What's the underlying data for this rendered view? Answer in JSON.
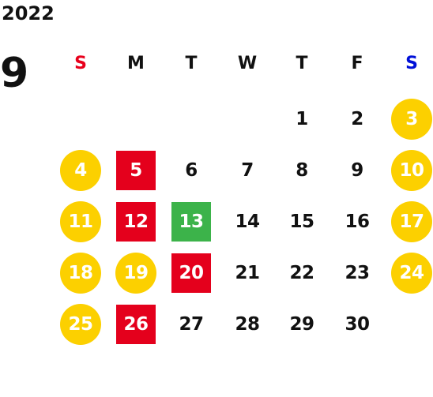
{
  "calendar": {
    "year": "2022",
    "month": "9",
    "weekdays": [
      {
        "label": "S",
        "color": "#e8001c"
      },
      {
        "label": "M",
        "color": "#111111"
      },
      {
        "label": "T",
        "color": "#111111"
      },
      {
        "label": "W",
        "color": "#111111"
      },
      {
        "label": "T",
        "color": "#111111"
      },
      {
        "label": "F",
        "color": "#111111"
      },
      {
        "label": "S",
        "color": "#0010d8"
      }
    ],
    "colors": {
      "weekend_circle": "#fcd000",
      "red_square": "#e4001c",
      "green_square": "#3cb34a",
      "plain_text": "#111111"
    },
    "days": [
      {
        "day": "1",
        "style": "plain"
      },
      {
        "day": "2",
        "style": "plain"
      },
      {
        "day": "3",
        "style": "yellow-circle"
      },
      {
        "day": "4",
        "style": "yellow-circle"
      },
      {
        "day": "5",
        "style": "red-square"
      },
      {
        "day": "6",
        "style": "plain"
      },
      {
        "day": "7",
        "style": "plain"
      },
      {
        "day": "8",
        "style": "plain"
      },
      {
        "day": "9",
        "style": "plain"
      },
      {
        "day": "10",
        "style": "yellow-circle"
      },
      {
        "day": "11",
        "style": "yellow-circle"
      },
      {
        "day": "12",
        "style": "red-square"
      },
      {
        "day": "13",
        "style": "green-square"
      },
      {
        "day": "14",
        "style": "plain"
      },
      {
        "day": "15",
        "style": "plain"
      },
      {
        "day": "16",
        "style": "plain"
      },
      {
        "day": "17",
        "style": "yellow-circle"
      },
      {
        "day": "18",
        "style": "yellow-circle"
      },
      {
        "day": "19",
        "style": "yellow-circle"
      },
      {
        "day": "20",
        "style": "red-square"
      },
      {
        "day": "21",
        "style": "plain"
      },
      {
        "day": "22",
        "style": "plain"
      },
      {
        "day": "23",
        "style": "plain"
      },
      {
        "day": "24",
        "style": "yellow-circle"
      },
      {
        "day": "25",
        "style": "yellow-circle"
      },
      {
        "day": "26",
        "style": "red-square"
      },
      {
        "day": "27",
        "style": "plain"
      },
      {
        "day": "28",
        "style": "plain"
      },
      {
        "day": "29",
        "style": "plain"
      },
      {
        "day": "30",
        "style": "plain"
      }
    ]
  }
}
